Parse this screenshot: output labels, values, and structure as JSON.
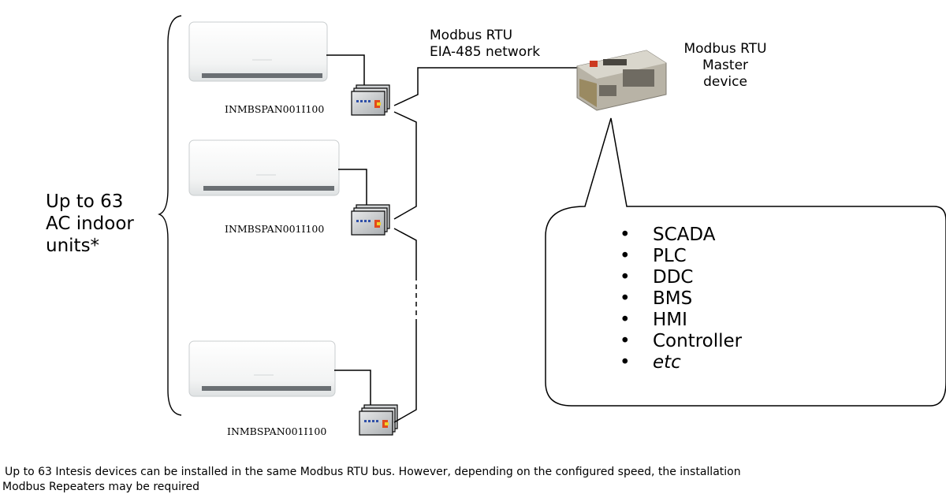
{
  "group_label": [
    "Up to 63",
    "AC indoor",
    "units*"
  ],
  "network_label": [
    "Modbus RTU",
    "EIA-485 network"
  ],
  "master_label": [
    "Modbus RTU",
    "Master",
    "device"
  ],
  "units": [
    {
      "gateway_model": "INMBSPAN001I100"
    },
    {
      "gateway_model": "INMBSPAN001I100"
    },
    {
      "gateway_model": "INMBSPAN001I100"
    }
  ],
  "master_options": [
    "SCADA",
    "PLC",
    "DDC",
    "BMS",
    "HMI",
    "Controller",
    "etc"
  ],
  "footnote": [
    "Up to 63 Intesis devices can be installed in the same Modbus RTU bus. However, depending on the configured speed, the installation",
    "Modbus Repeaters may be required"
  ],
  "colors": {
    "ac_body": "#f7f8f8",
    "ac_outline": "#c9cdcf",
    "gateway_body": "#cfd2d4",
    "gateway_led": "#2f4fa8",
    "gateway_accent": "#e24a1e",
    "master_body": "#9a8a62",
    "line": "#000000"
  }
}
